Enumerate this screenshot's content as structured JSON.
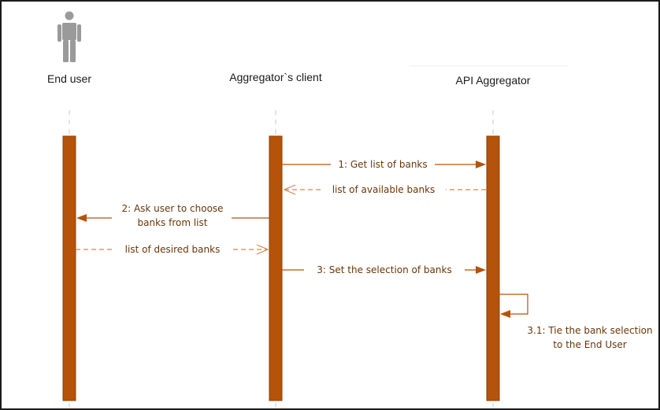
{
  "participants": {
    "end_user": "End user",
    "client": "Aggregator`s client",
    "api": "API Aggregator"
  },
  "messages": {
    "m1": "1: Get list of banks",
    "m1_reply": "list of available banks",
    "m2_line1": "2: Ask user to choose",
    "m2_line2": "banks from list",
    "m2_reply": "list of desired banks",
    "m3": "3: Set the selection of banks",
    "m31_line1": "3.1: Tie the bank selection",
    "m31_line2": "to the End User"
  },
  "colors": {
    "activation": "#b45309",
    "message_line": "#b45309",
    "reply_line": "#cf8a4c",
    "actor_icon": "#9a9a9a",
    "lifeline": "#c8c8c8"
  },
  "icons": {
    "end_user": "person-icon"
  }
}
